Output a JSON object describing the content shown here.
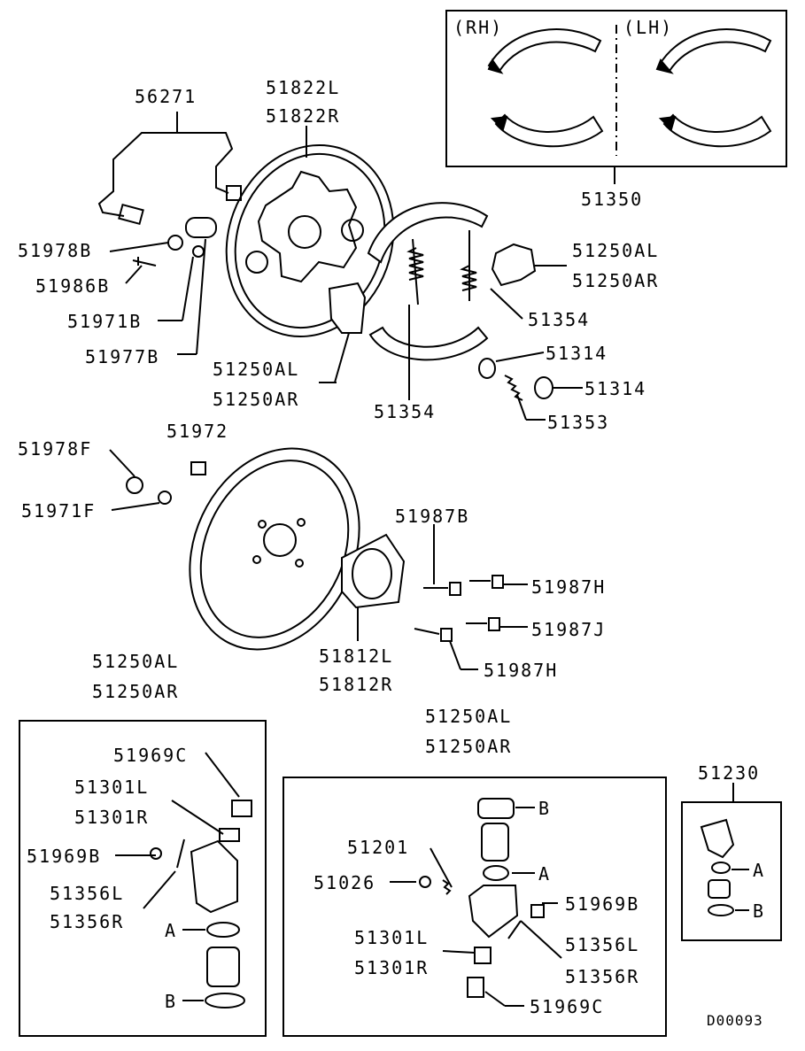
{
  "labels": {
    "p56271": "56271",
    "p51822L": "51822L",
    "p51822R": "51822R",
    "p51978B": "51978B",
    "p51986B": "51986B",
    "p51971B": "51971B",
    "p51977B": "51977B",
    "p51250AL_a": "51250AL",
    "p51250AR_a": "51250AR",
    "p51250AL_b": "51250AL",
    "p51250AR_b": "51250AR",
    "p51354_a": "51354",
    "p51354_b": "51354",
    "p51314_a": "51314",
    "p51314_b": "51314",
    "p51353": "51353",
    "p51350": "51350",
    "rh": "(RH)",
    "lh": "(LH)",
    "p51978F": "51978F",
    "p51972": "51972",
    "p51971F": "51971F",
    "p51987B": "51987B",
    "p51987H_a": "51987H",
    "p51987J": "51987J",
    "p51987H_b": "51987H",
    "p51812L": "51812L",
    "p51812R": "51812R",
    "box1_L": "51250AL",
    "box1_R": "51250AR",
    "p51969C_a": "51969C",
    "p51301L_a": "51301L",
    "p51301R_a": "51301R",
    "p51969B_a": "51969B",
    "p51356L_a": "51356L",
    "p51356R_a": "51356R",
    "A1": "A",
    "B1": "B",
    "box2_L": "51250AL",
    "box2_R": "51250AR",
    "B2": "B",
    "A2": "A",
    "p51201": "51201",
    "p51026": "51026",
    "p51969B_b": "51969B",
    "p51301L_b": "51301L",
    "p51301R_b": "51301R",
    "p51356L_b": "51356L",
    "p51356R_b": "51356R",
    "p51969C_b": "51969C",
    "p51230": "51230",
    "A3": "A",
    "B3": "B",
    "code": "D00093"
  }
}
